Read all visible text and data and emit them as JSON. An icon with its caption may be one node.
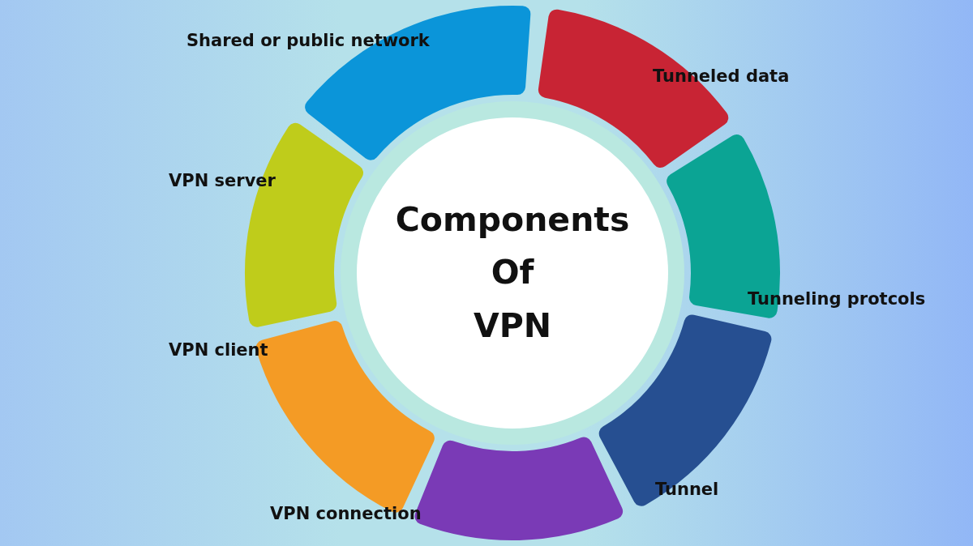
{
  "diagram": {
    "nodes": [
      {
        "text": [
          "Components Of VPN"
        ]
      },
      {
        "text": [
          "Shared or public network"
        ]
      },
      {
        "text": [
          "Tunneled data"
        ]
      },
      {
        "text": [
          "Tunneling protcols"
        ]
      },
      {
        "text": [
          "Tunnel"
        ]
      },
      {
        "text": [
          "VPN connection"
        ]
      },
      {
        "text": [
          "VPN client"
        ]
      },
      {
        "text": [
          "VPN server"
        ]
      }
    ]
  }
}
